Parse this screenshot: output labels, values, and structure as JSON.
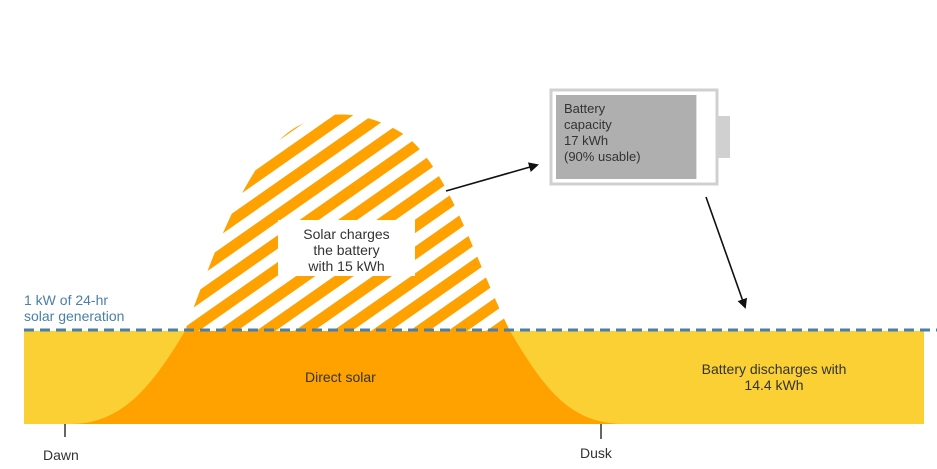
{
  "colors": {
    "night_yellow": "#FAD035",
    "direct_orange": "#FFA200",
    "hatch_orange": "#FFA200",
    "dashed_blue": "#4A7FA7",
    "battery_gray": "#AFAFAF",
    "battery_outline": "#CFCFCF",
    "axis": "#333333"
  },
  "baseline_label": [
    "1 kW of 24-hr",
    "solar generation"
  ],
  "charge_label": [
    "Solar charges",
    "the battery",
    "with 15 kWh"
  ],
  "battery_label": [
    "Battery",
    "capacity",
    "17 kWh",
    "(90% usable)"
  ],
  "direct_label": "Direct solar",
  "discharge_label": [
    "Battery discharges with",
    "14.4 kWh"
  ],
  "axis_labels": {
    "dawn": "Dawn",
    "dusk": "Dusk"
  },
  "battery_level": 0.9
}
